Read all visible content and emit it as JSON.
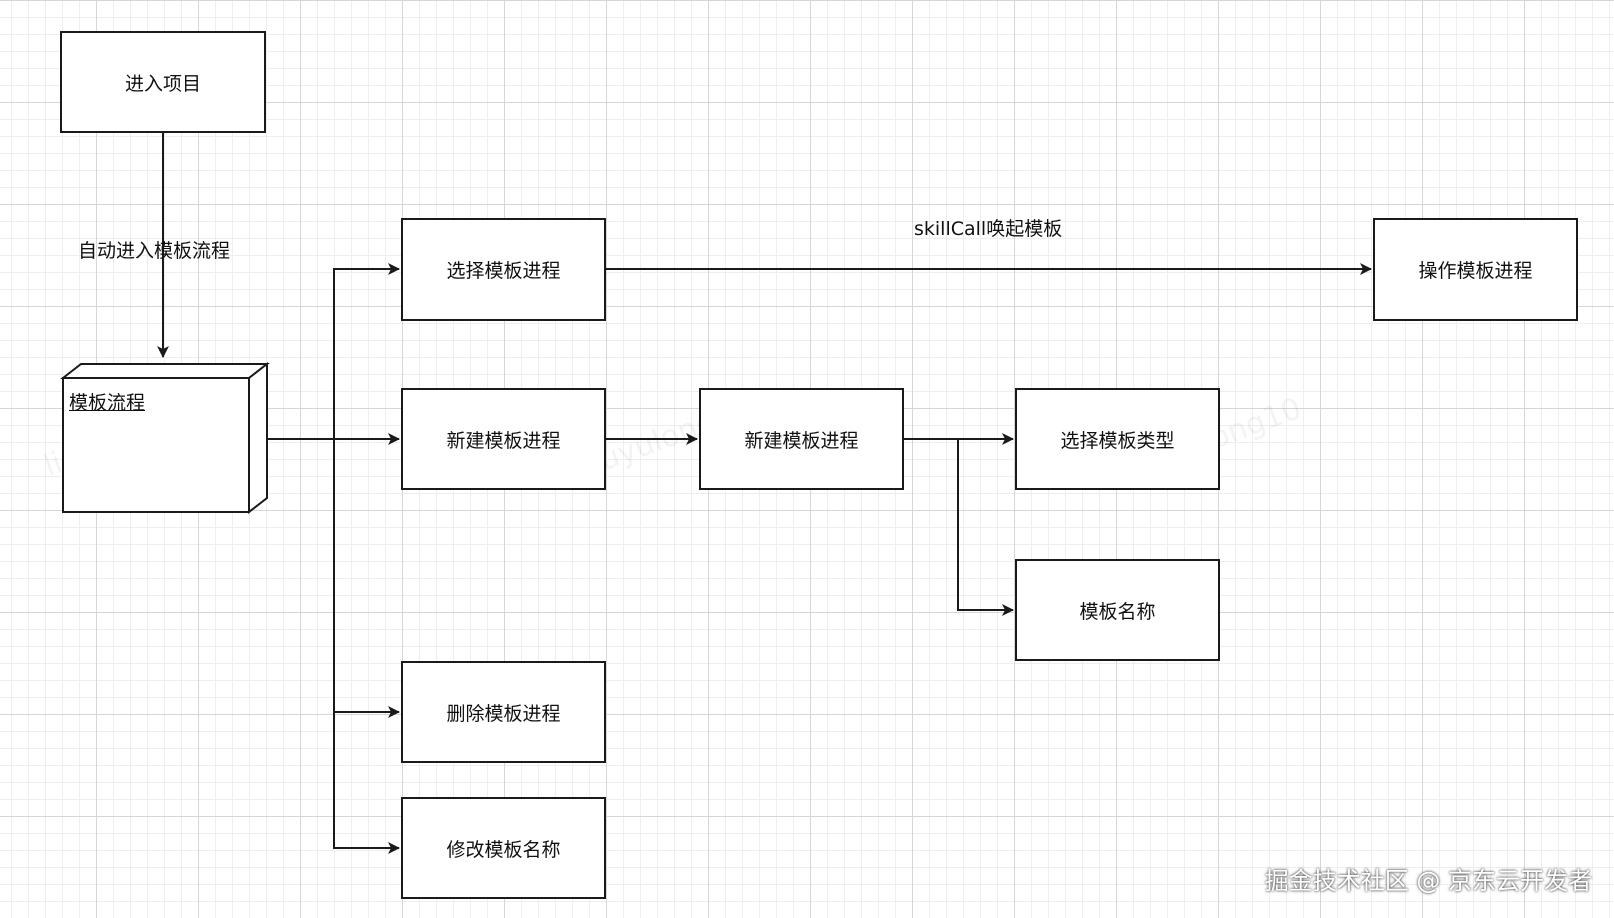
{
  "diagram": {
    "nodes": {
      "enter_project": "进入项目",
      "template_flow": "模板流程",
      "select_template_process": "选择模板进程",
      "operate_template_process": "操作模板进程",
      "new_template_process_1": "新建模板进程",
      "new_template_process_2": "新建模板进程",
      "select_template_type": "选择模板类型",
      "template_name": "模板名称",
      "delete_template_process": "删除模板进程",
      "rename_template": "修改模板名称"
    },
    "edge_labels": {
      "auto_enter_template_flow": "自动进入模板流程",
      "skillcall_invoke_template": "skillCall唤起模板"
    },
    "edges": [
      {
        "from": "enter_project",
        "to": "template_flow",
        "label": "auto_enter_template_flow"
      },
      {
        "from": "template_flow",
        "to": "select_template_process"
      },
      {
        "from": "template_flow",
        "to": "new_template_process_1"
      },
      {
        "from": "template_flow",
        "to": "delete_template_process"
      },
      {
        "from": "template_flow",
        "to": "rename_template"
      },
      {
        "from": "select_template_process",
        "to": "operate_template_process",
        "label": "skillcall_invoke_template"
      },
      {
        "from": "new_template_process_1",
        "to": "new_template_process_2"
      },
      {
        "from": "new_template_process_2",
        "to": "select_template_type"
      },
      {
        "from": "new_template_process_2",
        "to": "template_name"
      }
    ]
  },
  "watermark_text": "liuyulong10",
  "footer_credit": "掘金技术社区 @ 京东云开发者",
  "colors": {
    "stroke": "#1a1a1a",
    "grid_major": "#d6d6d6",
    "grid_minor": "#eeeeee",
    "background": "#ffffff"
  }
}
